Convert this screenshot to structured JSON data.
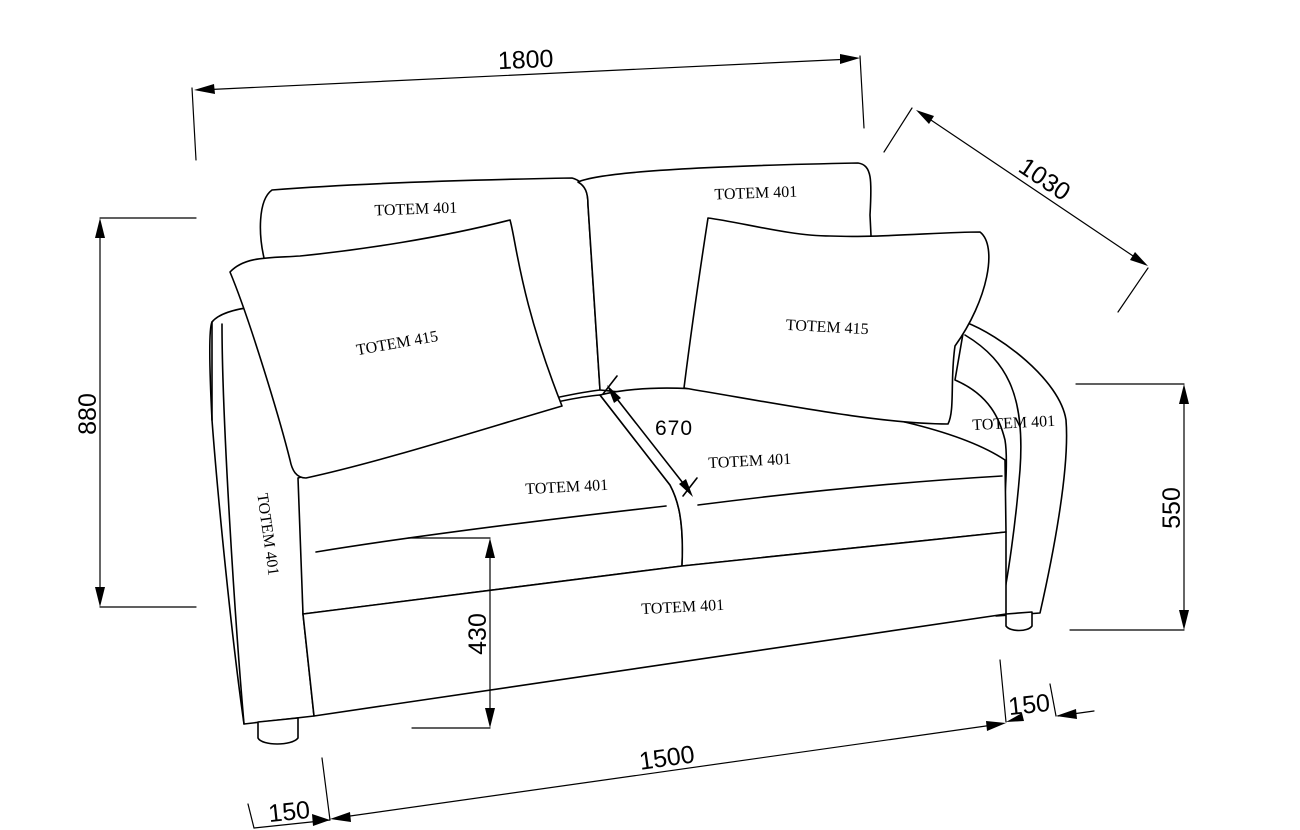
{
  "dimensions": {
    "overall_width": "1800",
    "depth": "1030",
    "overall_height": "880",
    "seat_depth": "670",
    "back_height": "550",
    "seat_height": "430",
    "inner_width": "1500",
    "armrest_left": "150",
    "armrest_right": "150"
  },
  "labels": {
    "back_left": "TOTEM 401",
    "back_right": "TOTEM 401",
    "pillow_left": "TOTEM 415",
    "pillow_right": "TOTEM 415",
    "seat_left": "TOTEM 401",
    "seat_right": "TOTEM 401",
    "arm_left": "TOTEM 401",
    "arm_right": "TOTEM 401",
    "base_front": "TOTEM 401"
  }
}
